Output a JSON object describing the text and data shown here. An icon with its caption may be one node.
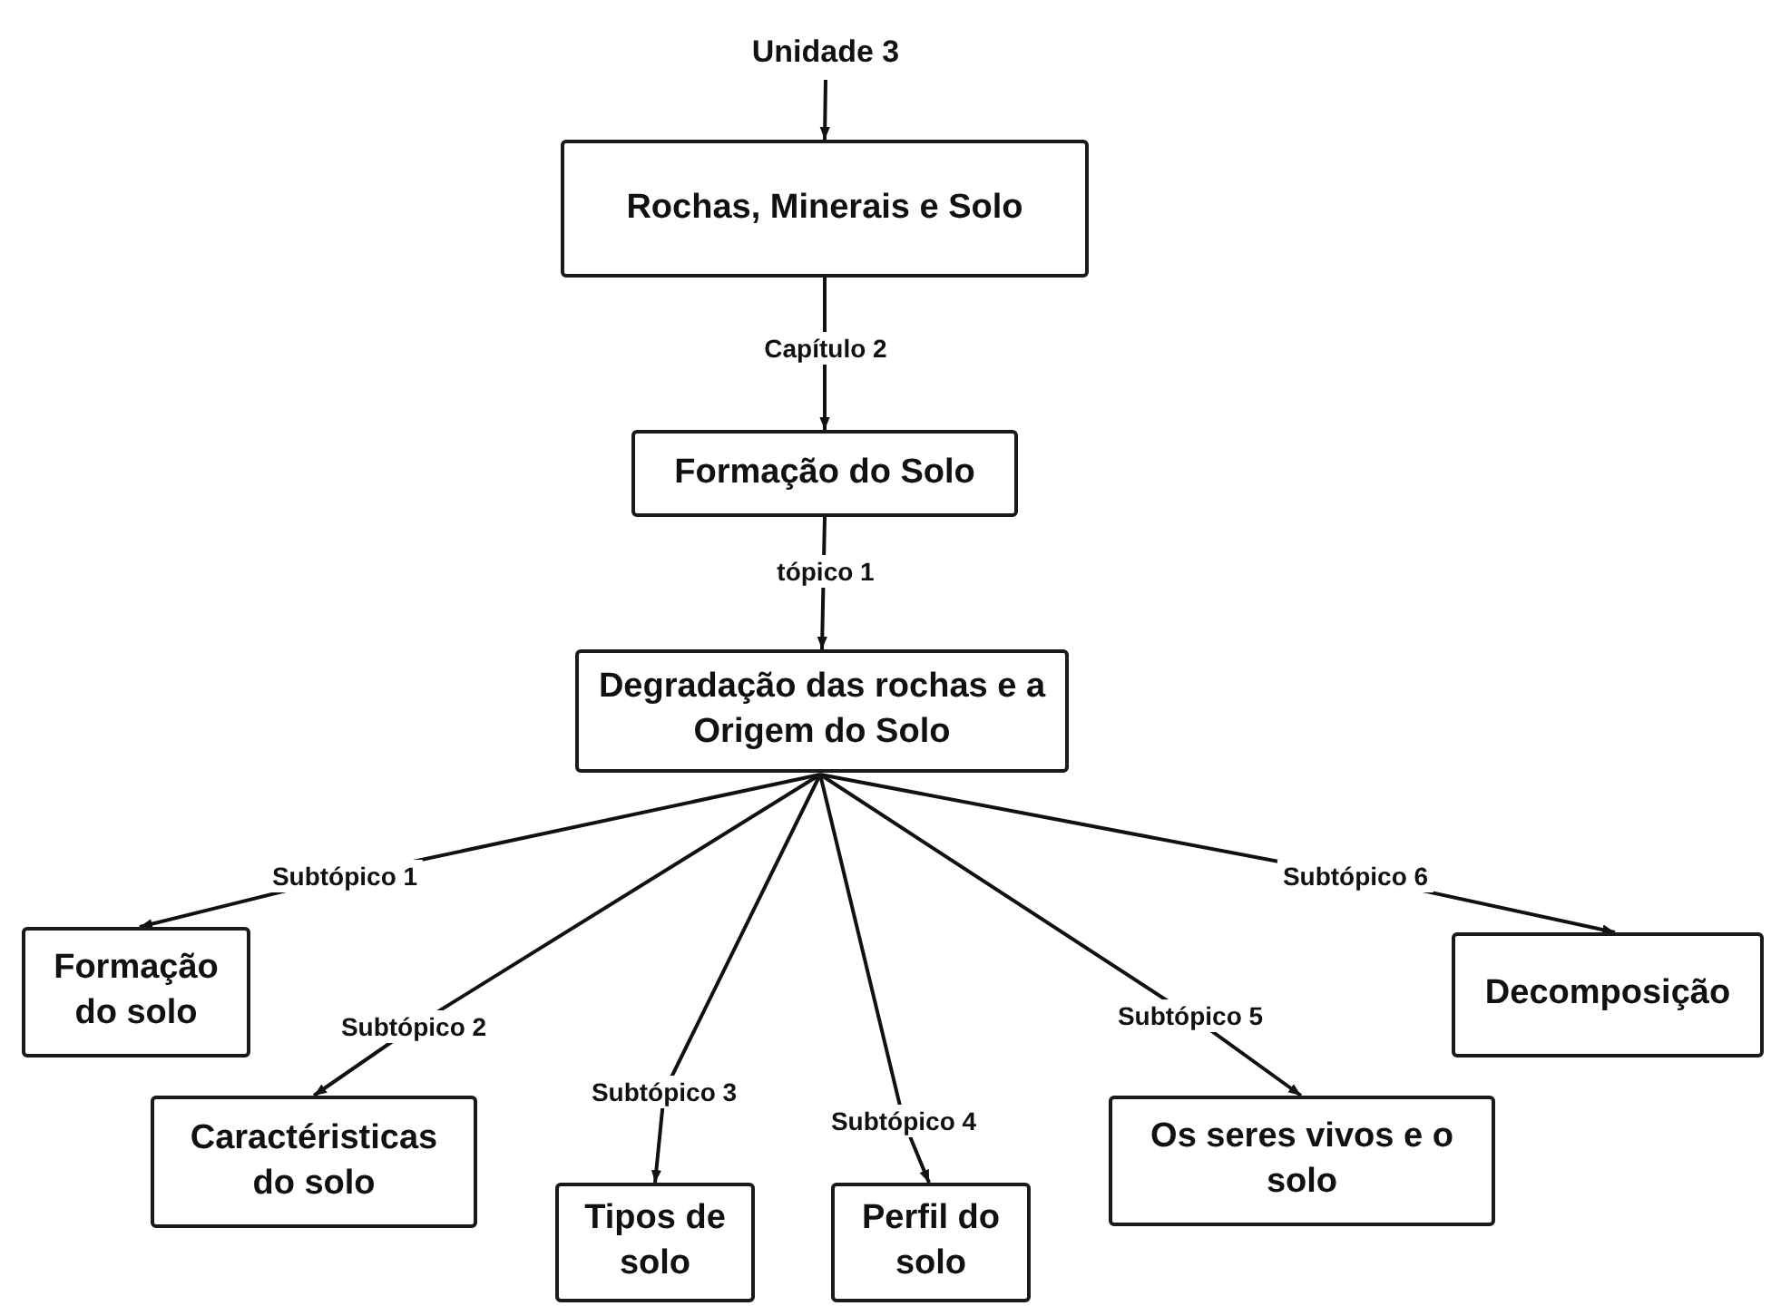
{
  "diagram": {
    "nodes": [
      {
        "text": [
          "Unidade 3"
        ]
      },
      {
        "text": [
          "Rochas, Minerais e Solo"
        ]
      },
      {
        "text": [
          "Formação do Solo"
        ]
      },
      {
        "text": [
          "Degradação das rochas e a Origem do Solo"
        ]
      },
      {
        "text": [
          "Formação do solo"
        ]
      },
      {
        "text": [
          "Caractéristicas do solo"
        ]
      },
      {
        "text": [
          "Tipos de solo"
        ]
      },
      {
        "text": [
          "Perfil do solo"
        ]
      },
      {
        "text": [
          "Os seres vivos e o solo"
        ]
      },
      {
        "text": [
          "Decomposição"
        ]
      }
    ],
    "edges": [
      {
        "from": 0,
        "to": 1,
        "arrow": "to"
      },
      {
        "from": 1,
        "to": 2,
        "arrow": "to",
        "label": "Capítulo 2"
      },
      {
        "from": 2,
        "to": 3,
        "arrow": "to",
        "label": "tópico 1"
      },
      {
        "from": 3,
        "to": 4,
        "arrow": "to",
        "label": "Subtópico 1"
      },
      {
        "from": 3,
        "to": 5,
        "arrow": "to",
        "label": "Subtópico 2"
      },
      {
        "from": 3,
        "to": 6,
        "arrow": "to",
        "label": "Subtópico 3"
      },
      {
        "from": 3,
        "to": 7,
        "arrow": "to",
        "label": "Subtópico 4"
      },
      {
        "from": 3,
        "to": 8,
        "arrow": "to",
        "label": "Subtópico 5"
      },
      {
        "from": 3,
        "to": 9,
        "arrow": "to",
        "label": "Subtópico 6"
      }
    ]
  }
}
